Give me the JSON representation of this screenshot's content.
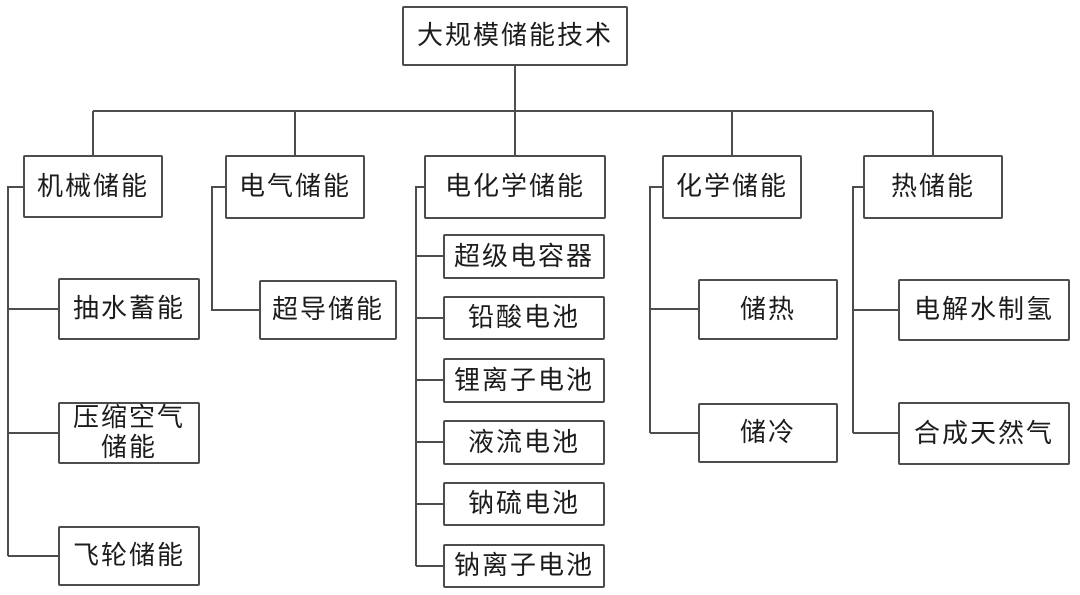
{
  "diagram": {
    "type": "tree",
    "root": {
      "label": "大规模储能技术"
    },
    "branches": [
      {
        "label": "机械储能",
        "children": [
          {
            "label": "抽水蓄能"
          },
          {
            "label": "压缩空气储能"
          },
          {
            "label": "飞轮储能"
          }
        ]
      },
      {
        "label": "电气储能",
        "children": [
          {
            "label": "超导储能"
          }
        ]
      },
      {
        "label": "电化学储能",
        "children": [
          {
            "label": "超级电容器"
          },
          {
            "label": "铅酸电池"
          },
          {
            "label": "锂离子电池"
          },
          {
            "label": "液流电池"
          },
          {
            "label": "钠硫电池"
          },
          {
            "label": "钠离子电池"
          }
        ]
      },
      {
        "label": "化学储能",
        "children": [
          {
            "label": "储热"
          },
          {
            "label": "储冷"
          }
        ]
      },
      {
        "label": "热储能",
        "children": [
          {
            "label": "电解水制氢"
          },
          {
            "label": "合成天然气"
          }
        ]
      }
    ],
    "colors": {
      "line": "#4d4d4d",
      "text": "#1c1c1c",
      "background": "#ffffff"
    }
  }
}
